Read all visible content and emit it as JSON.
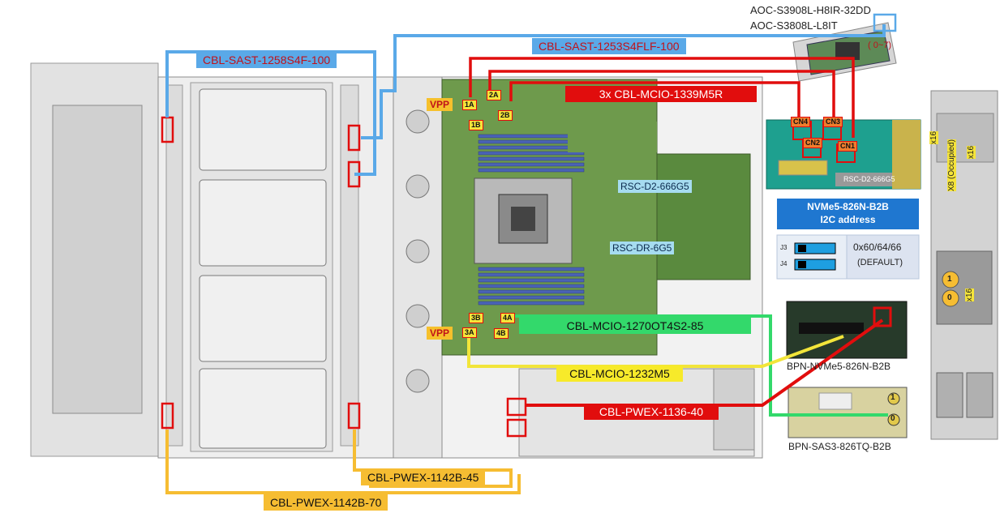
{
  "cards": {
    "aoc_line1": "AOC-S3908L-H8IR-32DD",
    "aoc_line2": "AOC-S3808L-L8IT",
    "aoc_ports": "( 0~7)",
    "riser_d2_tag": "RSC-D2-666G5"
  },
  "cables": {
    "sast_1258": "CBL-SAST-1258S4F-100",
    "sast_1253": "CBL-SAST-1253S4FLF-100",
    "mcio_1339": "3x CBL-MCIO-1339M5R",
    "mcio_1270": "CBL-MCIO-1270OT4S2-85",
    "mcio_1232": "CBL-MCIO-1232M5",
    "pwex_1136": "CBL-PWEX-1136-40",
    "pwex_45": "CBL-PWEX-1142B-45",
    "pwex_70": "CBL-PWEX-1142B-70"
  },
  "board": {
    "vpp_top": "VPP",
    "vpp_bottom": "VPP",
    "conn_1a": "1A",
    "conn_1b": "1B",
    "conn_2a": "2A",
    "conn_2b": "2B",
    "conn_3a": "3A",
    "conn_3b": "3B",
    "conn_4a": "4A",
    "conn_4b": "4B",
    "riser_d2": "RSC-D2-666G5",
    "riser_dr": "RSC-DR-6G5"
  },
  "riser_card": {
    "cn1": "CN1",
    "cn2": "CN2",
    "cn3": "CN3",
    "cn4": "CN4"
  },
  "nvme_i2c": {
    "title": "NVMe5-826N-B2B",
    "subtitle": "I2C address",
    "j3": "J3",
    "j4": "J4",
    "address": "0x60/64/66",
    "default": "(DEFAULT)"
  },
  "backplanes": {
    "nvme": "BPN-NVMe5-826N-B2B",
    "sas": "BPN-SAS3-826TQ-B2B",
    "sas_port1": "1",
    "sas_port0": "0"
  },
  "rear": {
    "x16_top": "x16",
    "x8_occupied": "X8 (Occupied)",
    "x16_mid": "x16",
    "x16_bottom": "x16",
    "slot1": "1",
    "slot0": "0"
  },
  "colors": {
    "blue_cable": "#5aa9e8",
    "red_cable": "#e10d0d",
    "green_cable": "#33d96b",
    "yellow_cable": "#f2e53a",
    "orange_cable": "#f6bd32"
  }
}
